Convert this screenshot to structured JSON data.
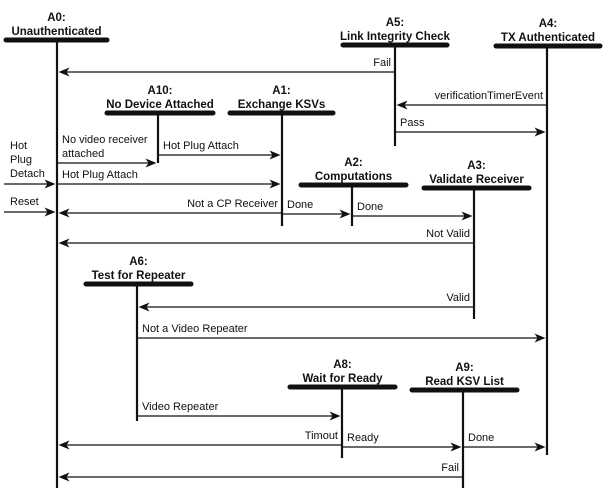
{
  "diagram": {
    "type": "state-transition-sequence",
    "states": [
      {
        "id": "A0",
        "label": "A0:",
        "name": "Unauthenticated"
      },
      {
        "id": "A5",
        "label": "A5:",
        "name": "Link Integrity Check"
      },
      {
        "id": "A4",
        "label": "A4:",
        "name": "TX Authenticated"
      },
      {
        "id": "A10",
        "label": "A10:",
        "name": "No Device Attached"
      },
      {
        "id": "A1",
        "label": "A1:",
        "name": "Exchange KSVs"
      },
      {
        "id": "A2",
        "label": "A2:",
        "name": "Computations"
      },
      {
        "id": "A3",
        "label": "A3:",
        "name": "Validate Receiver"
      },
      {
        "id": "A6",
        "label": "A6:",
        "name": "Test for Repeater"
      },
      {
        "id": "A8",
        "label": "A8:",
        "name": "Wait for Ready"
      },
      {
        "id": "A9",
        "label": "A9:",
        "name": "Read KSV List"
      }
    ],
    "external_events": [
      {
        "lines": [
          "Hot",
          "Plug",
          "Detach"
        ],
        "to": "A0"
      },
      {
        "lines": [
          "Reset"
        ],
        "to": "A0"
      }
    ],
    "transitions": [
      {
        "from": "A5",
        "to": "A0",
        "label": "Fail"
      },
      {
        "from": "A4",
        "to": "A5",
        "label": "verificationTimerEvent"
      },
      {
        "from": "A5",
        "to": "A4",
        "label": "Pass"
      },
      {
        "from": "A0",
        "to": "A10",
        "label": "No video receiver attached",
        "label_lines": [
          "No video receiver",
          "attached"
        ]
      },
      {
        "from": "A10",
        "to": "A1",
        "label": "Hot Plug Attach"
      },
      {
        "from": "A0",
        "to": "A1",
        "label": "Hot Plug Attach"
      },
      {
        "from": "A1",
        "to": "A0",
        "label": "Not a CP Receiver"
      },
      {
        "from": "A1",
        "to": "A2",
        "label": "Done"
      },
      {
        "from": "A2",
        "to": "A3",
        "label": "Done"
      },
      {
        "from": "A3",
        "to": "A0",
        "label": "Not Valid"
      },
      {
        "from": "A3",
        "to": "A6",
        "label": "Valid"
      },
      {
        "from": "A6",
        "to": "A4",
        "label": "Not a Video Repeater"
      },
      {
        "from": "A6",
        "to": "A8",
        "label": "Video Repeater"
      },
      {
        "from": "A8",
        "to": "A0",
        "label": "Timout"
      },
      {
        "from": "A8",
        "to": "A9",
        "label": "Ready"
      },
      {
        "from": "A9",
        "to": "A4",
        "label": "Done"
      },
      {
        "from": "A9",
        "to": "A0",
        "label": "Fail"
      }
    ]
  }
}
